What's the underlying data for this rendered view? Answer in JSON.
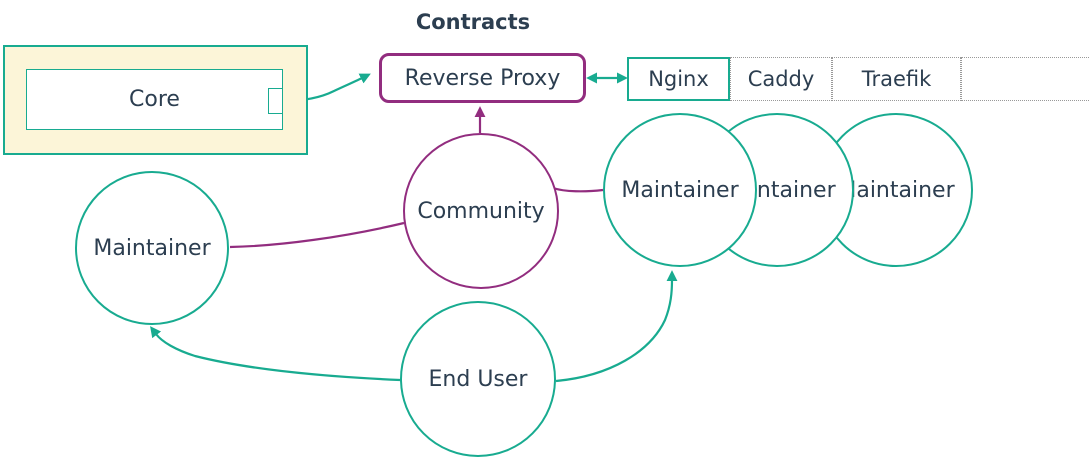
{
  "title": "Contracts",
  "colors": {
    "teal": "#18ab90",
    "purple": "#922d7f",
    "ink": "#2c3e50",
    "cream": "#fcf5d8",
    "dotted": "#999999"
  },
  "core": {
    "label": "Core"
  },
  "reverse_proxy": {
    "label": "Reverse Proxy"
  },
  "proxy_options": {
    "cells": [
      {
        "label": "Nginx"
      },
      {
        "label": "Caddy"
      },
      {
        "label": "Traefik"
      },
      {
        "label": ""
      }
    ]
  },
  "actors": {
    "maintainer_left": {
      "label": "Maintainer"
    },
    "community": {
      "label": "Community"
    },
    "end_user": {
      "label": "End User"
    },
    "maintainers_right": [
      {
        "label": "Maintainer"
      },
      {
        "label": "Maintainer"
      },
      {
        "label": "Maintainer"
      }
    ]
  }
}
